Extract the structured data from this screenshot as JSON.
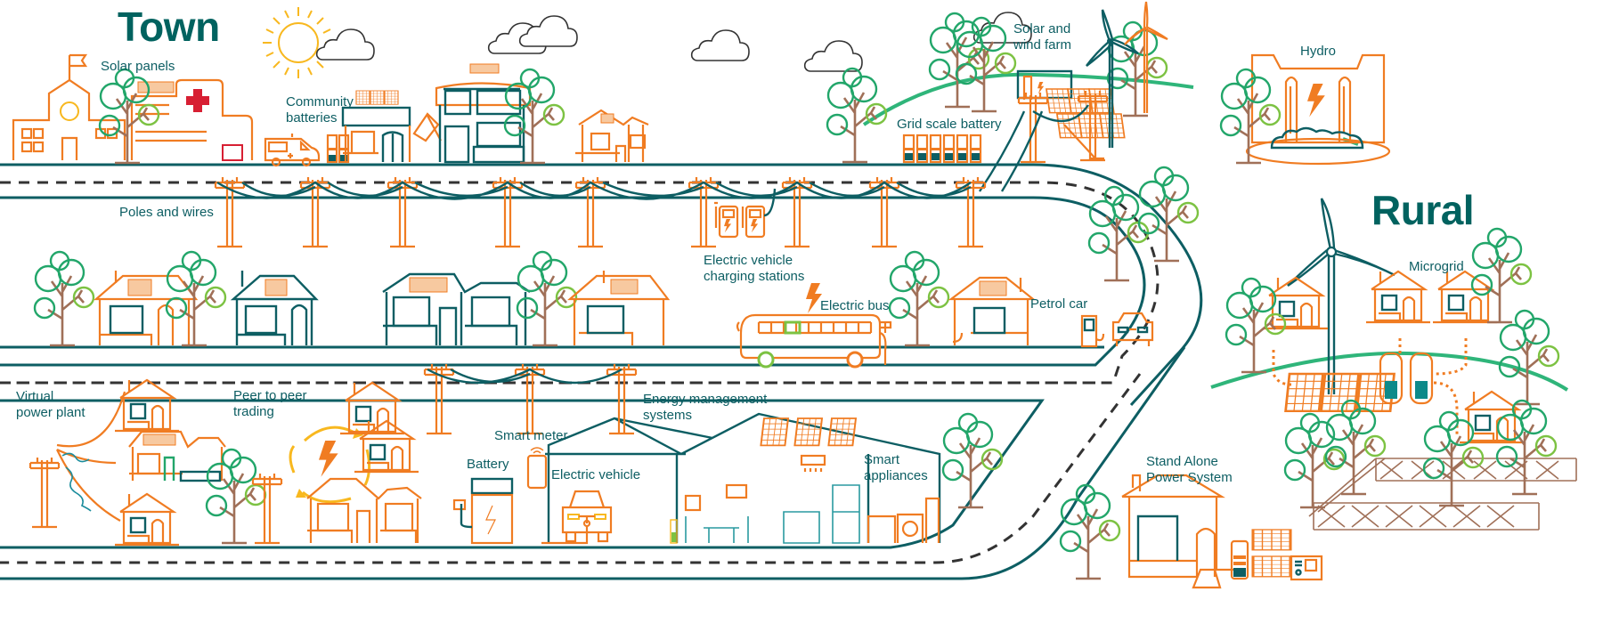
{
  "titles": {
    "town": "Town",
    "rural": "Rural"
  },
  "labels": {
    "solar_panels": "Solar panels",
    "community_batteries": "Community\nbatteries",
    "poles_and_wires": "Poles and wires",
    "grid_scale_battery": "Grid scale battery",
    "solar_and_wind_farm": "Solar and\nwind farm",
    "hydro": "Hydro",
    "ev_charging": "Electric vehicle\ncharging stations",
    "electric_bus": "Electric bus",
    "petrol_car": "Petrol car",
    "microgrid": "Microgrid",
    "virtual_power_plant": "Virtual\npower plant",
    "peer_to_peer": "Peer to peer\ntrading",
    "smart_meter": "Smart meter",
    "battery": "Battery",
    "electric_vehicle": "Electric vehicle",
    "energy_management": "Energy management\nsystems",
    "smart_appliances": "Smart\nappliances",
    "stand_alone": "Stand Alone\nPower System"
  },
  "icons": {
    "sun": "sun-icon",
    "cloud": "cloud-icon",
    "tree": "tree-icon",
    "house": "house-icon",
    "solar_panel": "solar-panel-icon",
    "wind_turbine": "wind-turbine-icon",
    "power_pole": "power-pole-icon",
    "battery": "battery-icon",
    "lightning": "lightning-bolt-icon",
    "hospital_cross": "hospital-cross-icon",
    "ambulance": "ambulance-icon",
    "bus": "electric-bus-icon",
    "car": "car-icon",
    "fuel_pump": "fuel-pump-icon",
    "ev_charger": "ev-charger-icon",
    "dam": "hydro-dam-icon",
    "generator": "generator-icon",
    "wifi": "wifi-icon",
    "fence": "fence-icon"
  },
  "colors": {
    "teal": "#0d5e63",
    "title_teal": "#00625f",
    "orange": "#f07c22",
    "green": "#22a66a",
    "light_green": "#7cc242",
    "brown": "#a07058",
    "sun_yellow": "#f8b81f",
    "red_cross": "#d71f33"
  }
}
